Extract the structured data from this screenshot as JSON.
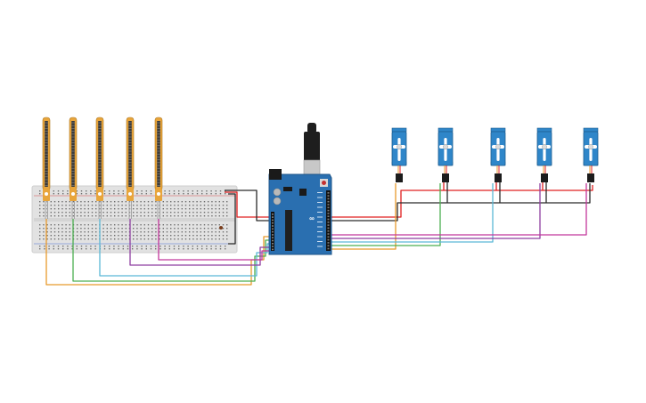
{
  "workspace": {
    "background": "#ffffff"
  },
  "colors": {
    "breadboard": "#e2e2e2",
    "breadboard_hole": "#6e6e6e",
    "flex_sensor_body": "#e8a53c",
    "flex_sensor_strip": "#3a3a3a",
    "arduino_board": "#2a6fb0",
    "servo_body": "#2f86c9",
    "servo_horn": "#ffffff",
    "wire_red": "#e02020",
    "wire_black": "#2a2a2a",
    "wire_orange": "#e89a2c",
    "wire_green": "#4caf50",
    "wire_cyan": "#5bb8d6",
    "wire_purple": "#8e3fa0",
    "wire_magenta": "#c2379c"
  },
  "components": {
    "flex_sensors": [
      {
        "id": "flex-1",
        "icon": "flex-sensor"
      },
      {
        "id": "flex-2",
        "icon": "flex-sensor"
      },
      {
        "id": "flex-3",
        "icon": "flex-sensor"
      },
      {
        "id": "flex-4",
        "icon": "flex-sensor"
      },
      {
        "id": "flex-5",
        "icon": "flex-sensor"
      }
    ],
    "servos": [
      {
        "id": "servo-1",
        "icon": "micro-servo"
      },
      {
        "id": "servo-2",
        "icon": "micro-servo"
      },
      {
        "id": "servo-3",
        "icon": "micro-servo"
      },
      {
        "id": "servo-4",
        "icon": "micro-servo"
      },
      {
        "id": "servo-5",
        "icon": "micro-servo"
      }
    ],
    "microcontroller": {
      "icon": "arduino-uno"
    },
    "breadboard": {
      "icon": "breadboard"
    }
  }
}
